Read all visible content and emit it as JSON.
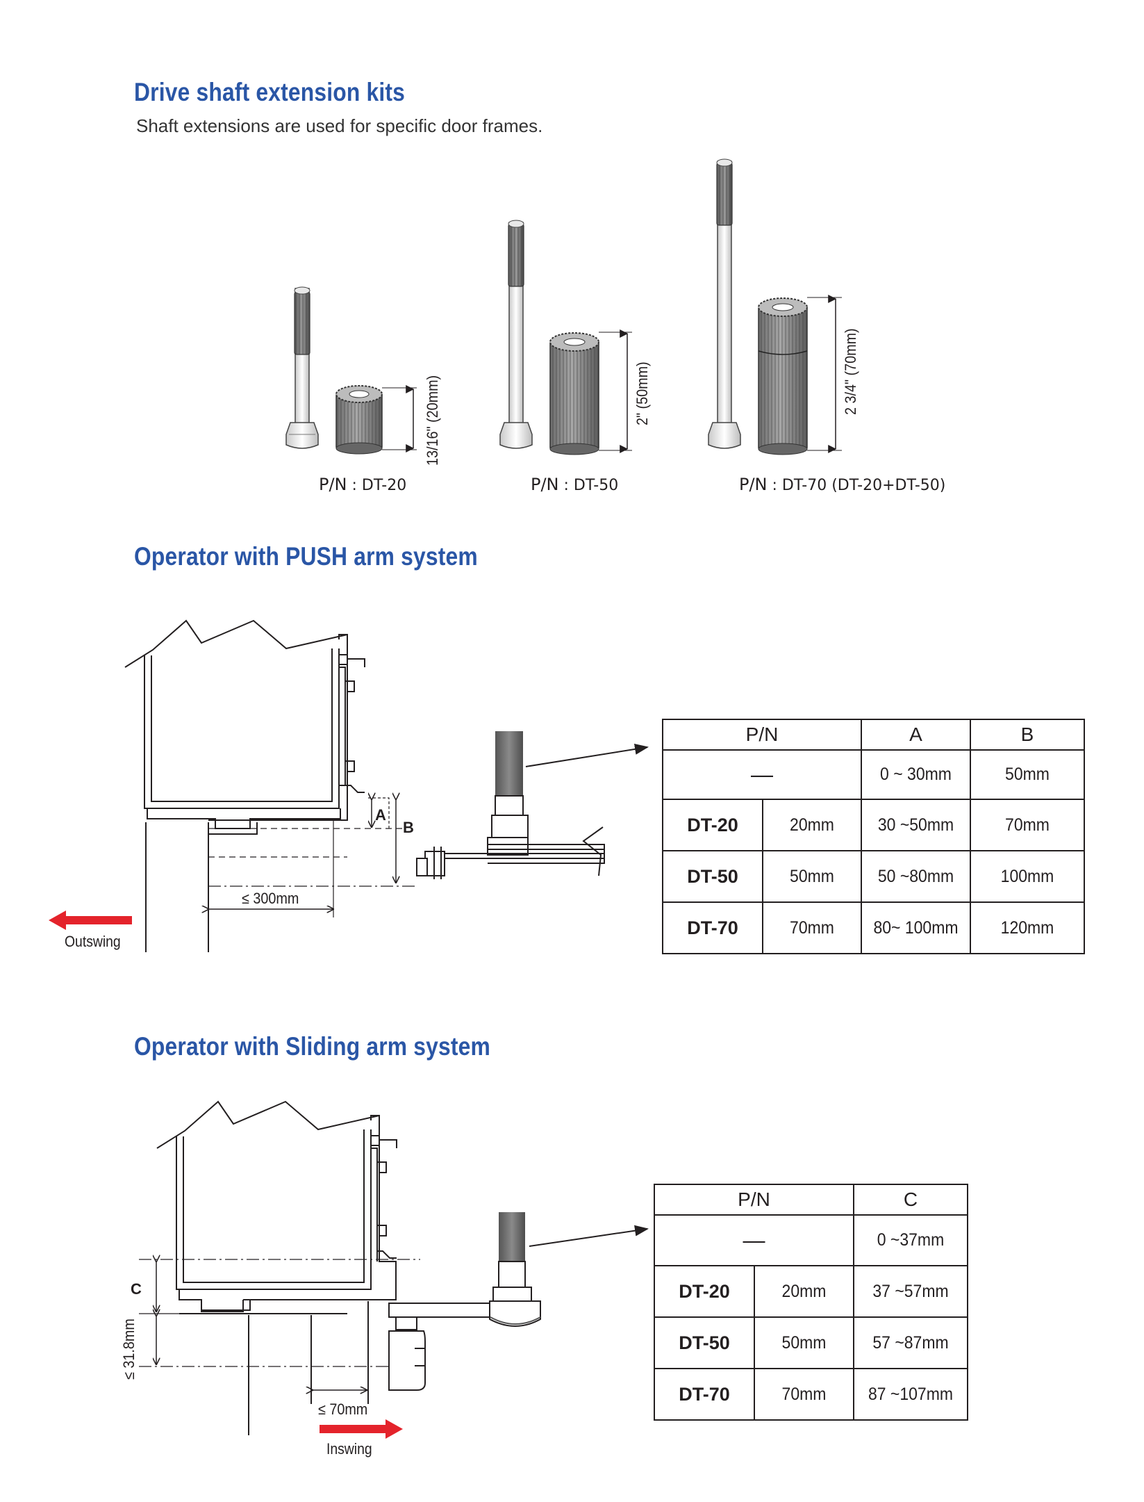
{
  "kits": {
    "title": "Drive shaft extension kits",
    "subtitle": "Shaft extensions are used for specific door frames.",
    "items": [
      {
        "pn_prefix": "P/N",
        "pn_value": " : DT-20",
        "dimension": "13/16\" (20mm)"
      },
      {
        "pn_prefix": "P/N",
        "pn_value": " : DT-50",
        "dimension": "2\" (50mm)"
      },
      {
        "pn_prefix": "P/N",
        "pn_value": " : DT-70 (DT-20+DT-50)",
        "dimension": "2 3/4\" (70mm)"
      }
    ]
  },
  "push": {
    "title": "Operator with PUSH arm system",
    "label_a": "A",
    "label_b": "B",
    "dim_width": "≤ 300mm",
    "direction": "Outswing",
    "table": {
      "headers": [
        "P/N",
        "A",
        "B"
      ],
      "rows": [
        {
          "pn": "—",
          "length": "",
          "a": "0 ~ 30mm",
          "b": "50mm"
        },
        {
          "pn": "DT-20",
          "length": "20mm",
          "a": "30 ~50mm",
          "b": "70mm"
        },
        {
          "pn": "DT-50",
          "length": "50mm",
          "a": "50 ~80mm",
          "b": "100mm"
        },
        {
          "pn": "DT-70",
          "length": "70mm",
          "a": "80~ 100mm",
          "b": "120mm"
        }
      ]
    }
  },
  "sliding": {
    "title": "Operator with Sliding arm system",
    "label_c": "C",
    "dim_height": "≤ 31.8mm",
    "dim_width": "≤ 70mm",
    "direction": "Inswing",
    "table": {
      "headers": [
        "P/N",
        "C"
      ],
      "rows": [
        {
          "pn": "—",
          "length": "",
          "c": "0 ~37mm"
        },
        {
          "pn": "DT-20",
          "length": "20mm",
          "c": "37 ~57mm"
        },
        {
          "pn": "DT-50",
          "length": "50mm",
          "c": "57 ~87mm"
        },
        {
          "pn": "DT-70",
          "length": "70mm",
          "c": "87 ~107mm"
        }
      ]
    }
  },
  "colors": {
    "heading": "#2a56a6",
    "arrow": "#e4232b",
    "ink": "#231f20"
  }
}
